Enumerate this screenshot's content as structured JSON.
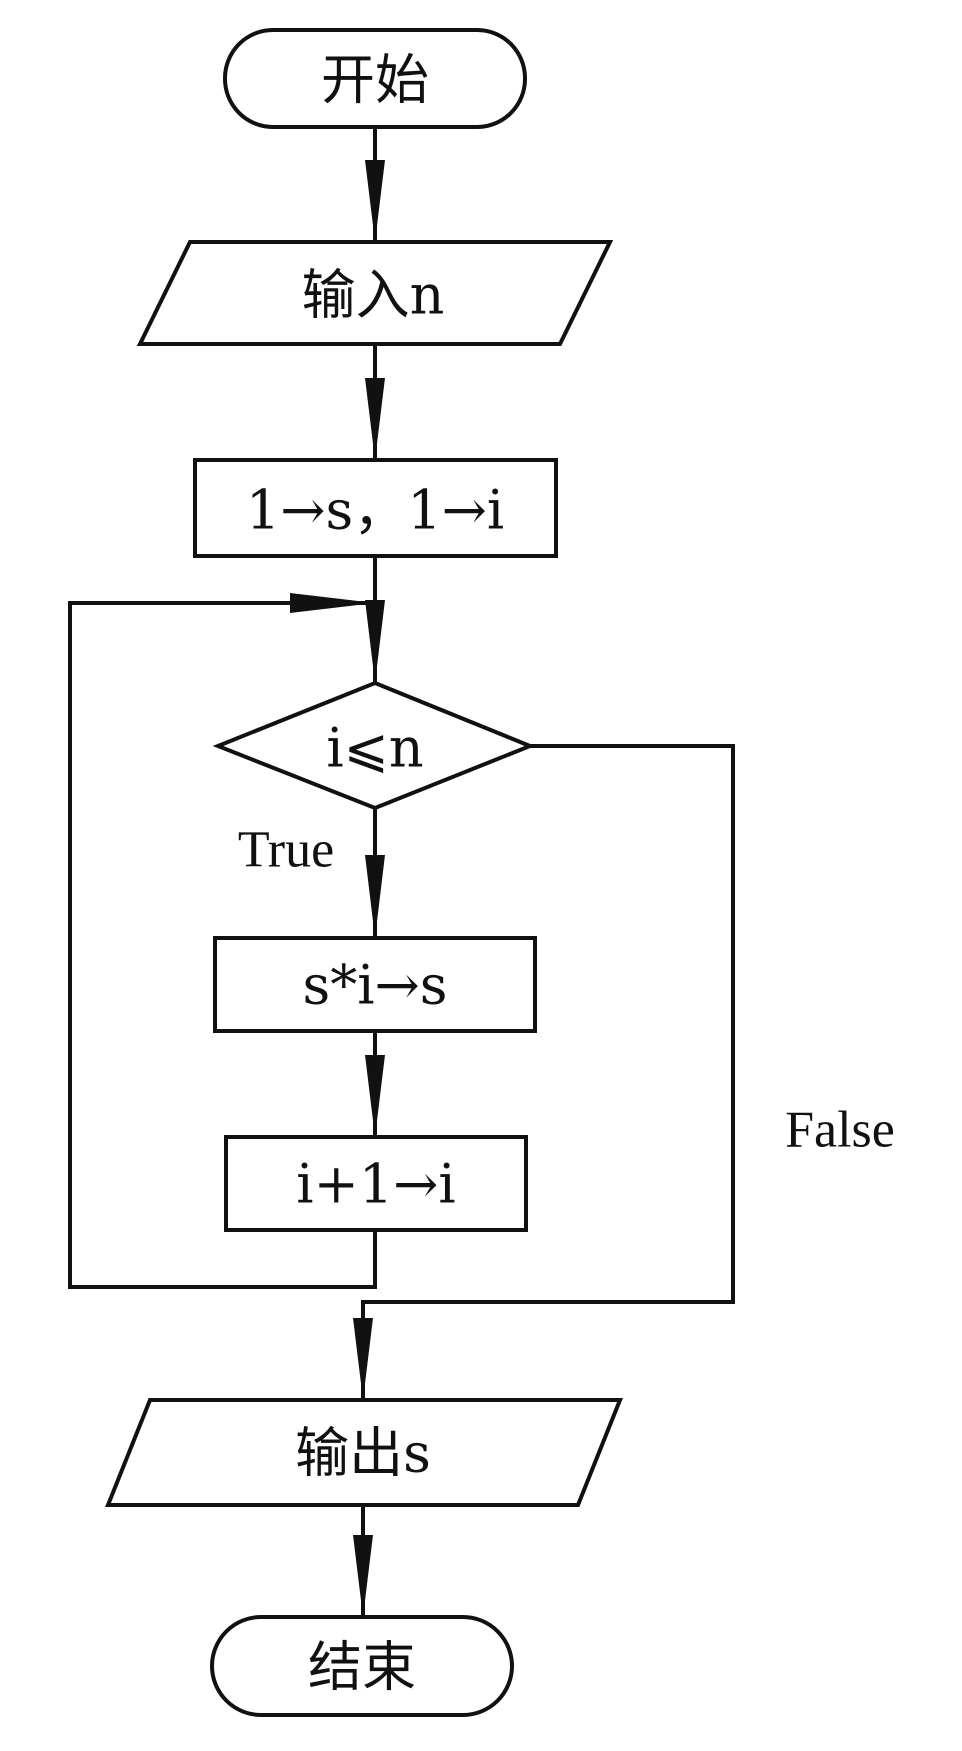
{
  "diagram": {
    "nodes": {
      "start": "开始",
      "input": "输入n",
      "init": "1→s，1→i",
      "condition": "i⩽n",
      "multiply": "s*i→s",
      "increment": "i+1→i",
      "output": "输出s",
      "end": "结束"
    },
    "branches": {
      "true_label": "True",
      "false_label": "False"
    }
  }
}
